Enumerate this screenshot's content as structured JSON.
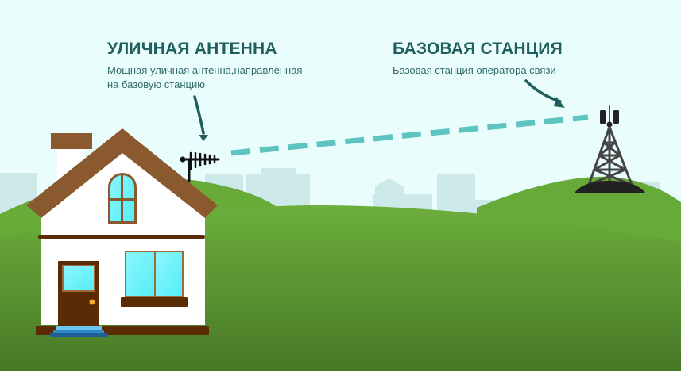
{
  "labels": {
    "antenna": {
      "title": "УЛИЧНАЯ АНТЕННА",
      "description_line1": "Мощная уличная антенна,направленная",
      "description_line2": "на базовую станцию"
    },
    "station": {
      "title": "БАЗОВАЯ СТАНЦИЯ",
      "description": "Базовая станция оператора связи"
    }
  },
  "colors": {
    "sky": "#eafdfd",
    "city_silhouette": "#cdeaea",
    "grass_light": "#6aac3a",
    "grass_dark": "#4a7a27",
    "roof": "#8a5a2e",
    "wall": "#ffffff",
    "trim": "#5a2b05",
    "window_glass": "#62f0fb",
    "signal_dashes": "#5ec4c0",
    "arrow": "#1e5e5e",
    "tower": "#444444",
    "tower_base": "#222222",
    "steps_light": "#6cc4f0",
    "steps_mid": "#2f87c4",
    "steps_dark": "#1f5e96",
    "door_knob": "#f7a928"
  }
}
